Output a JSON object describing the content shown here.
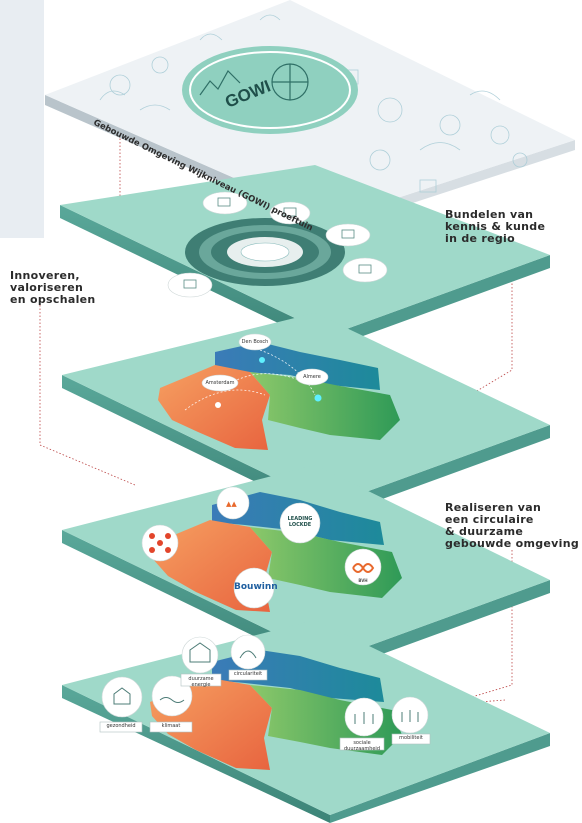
{
  "annotations": {
    "right_top": "Bundelen van\nkennis & kunde\nin de regio",
    "left_mid": "Innoveren,\nvaloriseren\nen opschalen",
    "right_bottom": "Realiseren van\neen circulaire\n& duurzame\ngebouwde omgeving"
  },
  "top_layer": {
    "logo_text": "GOWI",
    "banner": "Gebouwde Omgeving Wijkniveau (GOWI) proeftuin"
  },
  "layer3": {
    "city_labels": [
      "Den Bosch",
      "Almere",
      "Amsterdam"
    ]
  },
  "layer4": {
    "partner_logos": [
      "Bouwinn",
      "LEADING LOCKDE",
      "BVH"
    ]
  },
  "layer5": {
    "tile_labels": [
      "duurzame energie",
      "circulariteit",
      "gezondheid",
      "klimaat",
      "sociale duurzaamheid",
      "mobiliteit"
    ]
  },
  "colors": {
    "teal": "#84ccbb",
    "dark_teal": "#3e7c72",
    "orange": "#f08a4f",
    "green": "#4caf6b",
    "blue": "#2b7cb0"
  }
}
